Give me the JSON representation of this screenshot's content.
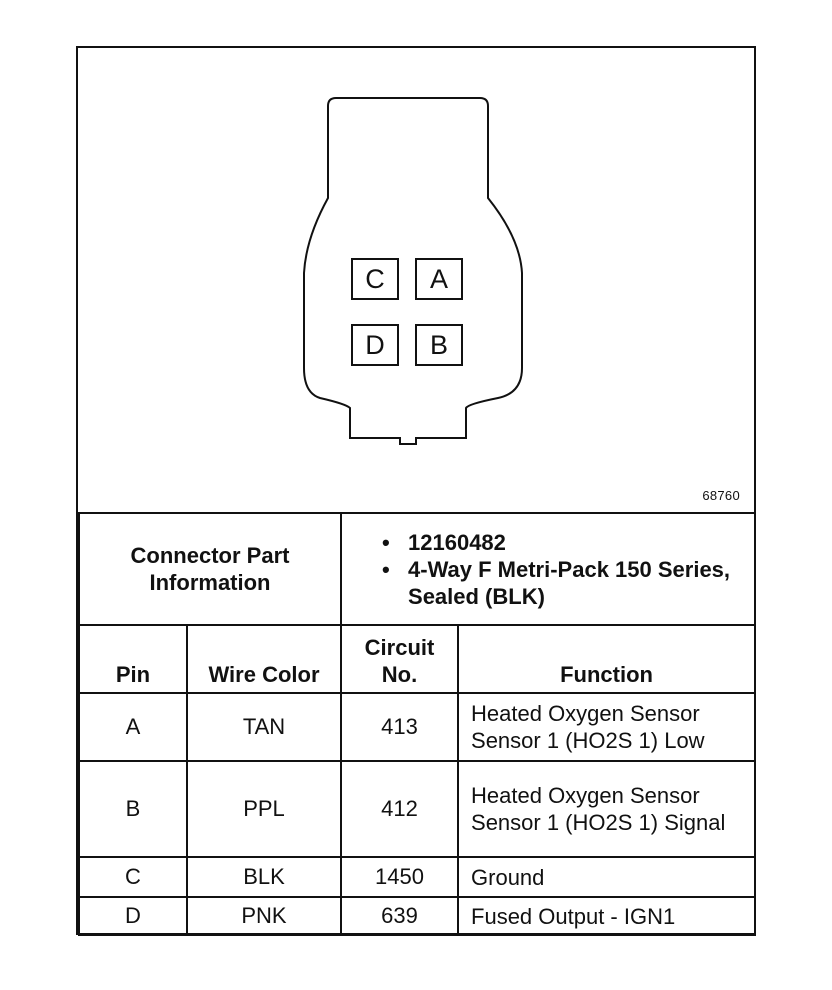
{
  "figure_id": "68760",
  "connector_pins": {
    "top_left": "C",
    "top_right": "A",
    "bottom_left": "D",
    "bottom_right": "B"
  },
  "part_info": {
    "label_line1": "Connector Part",
    "label_line2": "Information",
    "items": [
      "12160482",
      "4-Way F Metri-Pack 150 Series, Sealed (BLK)"
    ]
  },
  "table": {
    "headers": {
      "pin": "Pin",
      "wire_color": "Wire Color",
      "circuit_line1": "Circuit",
      "circuit_line2": "No.",
      "function": "Function"
    },
    "rows": [
      {
        "pin": "A",
        "wire_color": "TAN",
        "circuit": "413",
        "function": "Heated Oxygen Sensor Sensor 1 (HO2S 1) Low"
      },
      {
        "pin": "B",
        "wire_color": "PPL",
        "circuit": "412",
        "function": "Heated Oxygen Sensor Sensor 1 (HO2S 1) Signal"
      },
      {
        "pin": "C",
        "wire_color": "BLK",
        "circuit": "1450",
        "function": "Ground"
      },
      {
        "pin": "D",
        "wire_color": "PNK",
        "circuit": "639",
        "function": "Fused Output - IGN1"
      }
    ]
  }
}
